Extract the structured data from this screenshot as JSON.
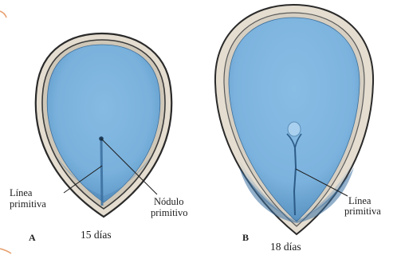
{
  "figure": {
    "panel_a": {
      "letter": "A",
      "age": "15 días",
      "label_line_1": "Línea",
      "label_line_2": "primitiva",
      "label_node_1": "Nódulo",
      "label_node_2": "primitivo"
    },
    "panel_b": {
      "letter": "B",
      "age": "18 días",
      "label_line_1": "Línea",
      "label_line_2": "primitiva"
    },
    "colors": {
      "disc_blue": "#7fb4dc",
      "disc_blue_dark": "#4f88b8",
      "rim_light": "#d8d2c8",
      "rim_dark": "#2a2a2a",
      "accent_orange": "#e8a070"
    }
  }
}
